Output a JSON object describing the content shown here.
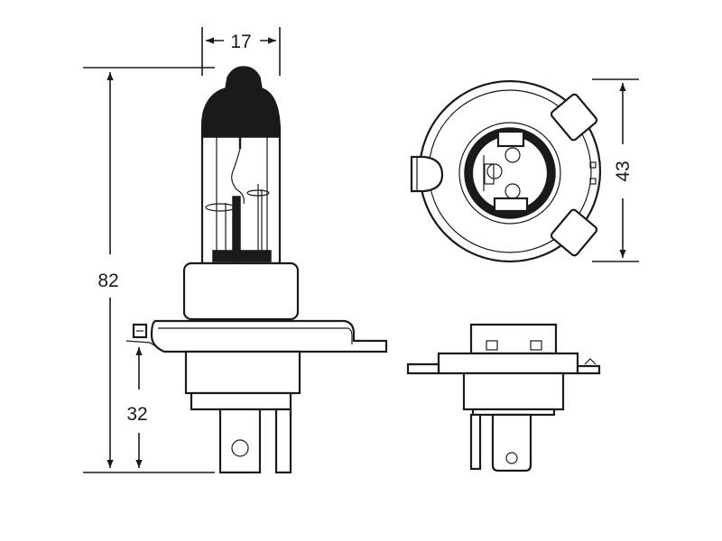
{
  "dimensions": {
    "glass_width": "17",
    "total_height": "82",
    "flange_height": "32",
    "flange_diameter": "43"
  },
  "colors": {
    "ink": "#1a1a1a",
    "background": "#ffffff"
  }
}
